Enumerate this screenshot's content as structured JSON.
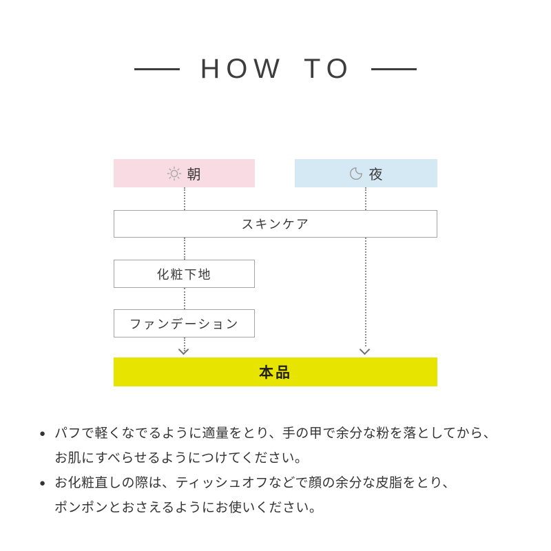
{
  "title": {
    "text": "HOW TO"
  },
  "flowchart": {
    "morning_tag": {
      "icon": "sun-icon",
      "label": "朝",
      "bg": "#f9dbe4"
    },
    "night_tag": {
      "icon": "moon-icon",
      "label": "夜",
      "bg": "#d5e9f4"
    },
    "skincare_box": {
      "label": "スキンケア"
    },
    "base_box": {
      "label": "化粧下地"
    },
    "foundation_box": {
      "label": "ファンデーション"
    },
    "product_box": {
      "label": "本品",
      "bg": "#e7e400"
    },
    "line_color": "#8a8a8a",
    "border_color": "#a3a3a3"
  },
  "instructions": {
    "bullet_char": "●",
    "bullets": [
      {
        "lines": [
          "パフで軽くなでるように適量をとり、手の甲で余分な粉を落としてから、",
          "お肌にすべらせるようにつけてください。"
        ]
      },
      {
        "lines": [
          "お化粧直しの際は、ティッシュオフなどで顔の余分な皮脂をとり、",
          "ポンポンとおさえるようにお使いください。"
        ]
      }
    ]
  }
}
